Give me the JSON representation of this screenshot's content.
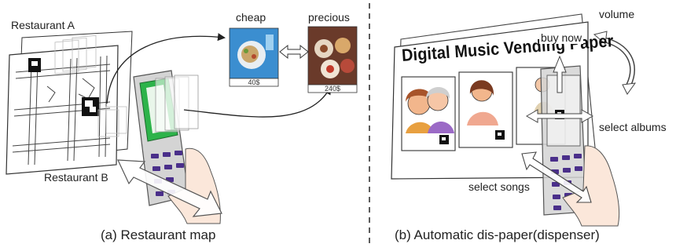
{
  "panel_a": {
    "restaurant_a_label": "Restaurant A",
    "restaurant_b_label": "Restaurant B",
    "cheap_label": "cheap",
    "precious_label": "precious",
    "cheap_price": "40$",
    "precious_price": "240$",
    "caption": "(a) Restaurant map"
  },
  "panel_b": {
    "poster_title": "Digital Music Vending Paper",
    "buy_now_label": "buy now",
    "volume_label": "volume",
    "select_albums_label": "select albums",
    "select_songs_label": "select songs",
    "caption": "(b) Automatic dis-paper(dispenser)"
  },
  "colors": {
    "line": "#222222",
    "phone_body": "#d4d4d4",
    "screen_green": "#2db34a",
    "button_purple": "#4a2f8a",
    "hand_skin": "#fbe7da",
    "food_cheap": "#3b8ed0",
    "food_precious": "#6a3a2a"
  }
}
